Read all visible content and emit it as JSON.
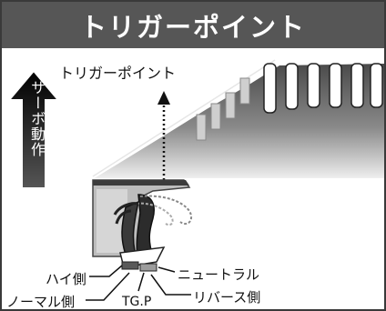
{
  "header": {
    "title": "トリガーポイント"
  },
  "diagram": {
    "top_label": "トリガーポイント",
    "servo_label": "サーボ動作",
    "labels": {
      "high": "ハイ側",
      "normal": "ノーマル側",
      "neutral": "ニュートラル",
      "tgp": "TG.P",
      "reverse": "リバース側"
    }
  },
  "colors": {
    "header_bg": "#565656",
    "header_text": "#ffffff",
    "frame": "#3a3a3a"
  }
}
